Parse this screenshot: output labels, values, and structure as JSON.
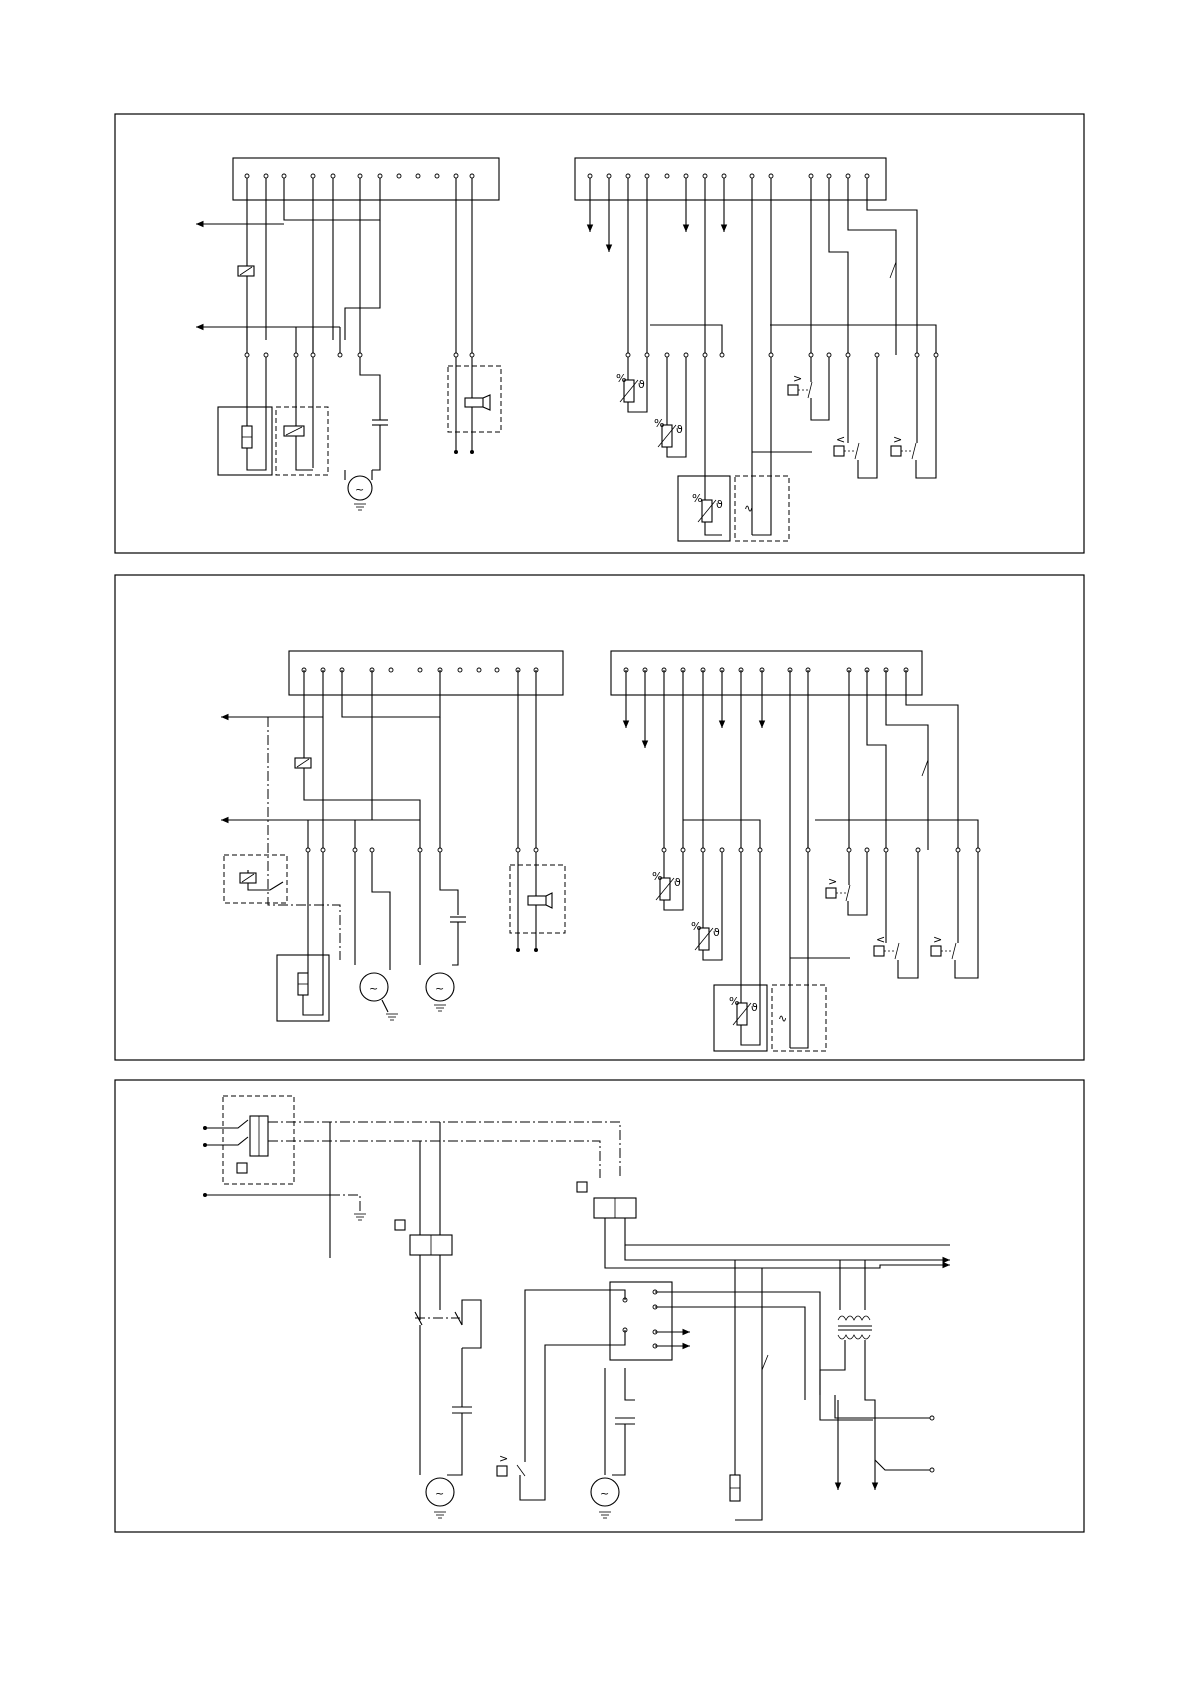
{
  "page": {
    "panels": [
      {
        "id": "panel-1"
      },
      {
        "id": "panel-2"
      },
      {
        "id": "panel-3"
      }
    ]
  },
  "symbols": {
    "tilde": "~",
    "greater": "<",
    "less": ">",
    "percent": "%",
    "theta": "ϑ",
    "wave": "∿"
  }
}
